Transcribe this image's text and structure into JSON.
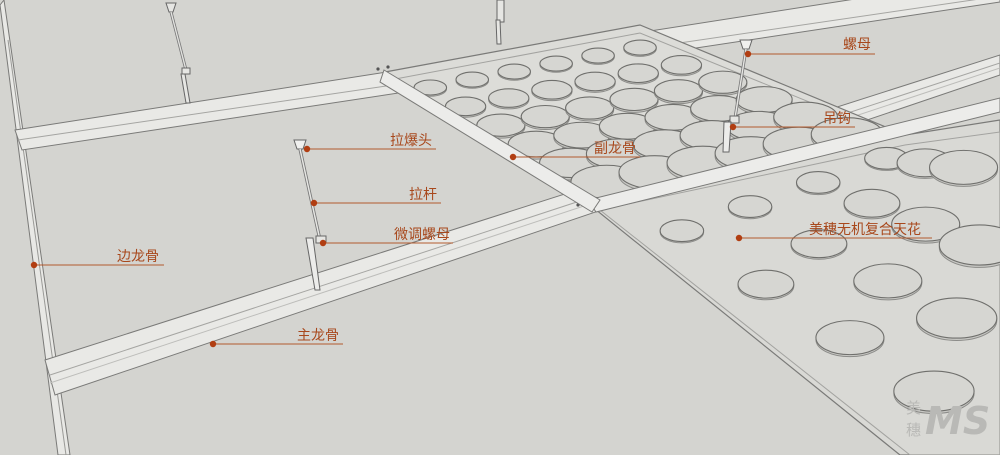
{
  "diagram": {
    "labels": {
      "nut": "螺母",
      "hanger_hook": "吊钩",
      "secondary_keel": "副龙骨",
      "expansion_bolt": "拉爆头",
      "rod": "拉杆",
      "adjust_nut": "微调螺母",
      "edge_keel": "边龙骨",
      "main_keel": "主龙骨",
      "ceiling_panel": "美穗无机复合天花"
    },
    "colors": {
      "background": "#d4d4d0",
      "label_text": "#a8481c",
      "leader_line": "#b25a2e",
      "leader_dot": "#b13e12",
      "keel_face": "#e9e9e6",
      "keel_edge": "#7a7a78"
    },
    "watermark": {
      "line1": "美",
      "line2": "穗",
      "mark": "MS"
    }
  }
}
